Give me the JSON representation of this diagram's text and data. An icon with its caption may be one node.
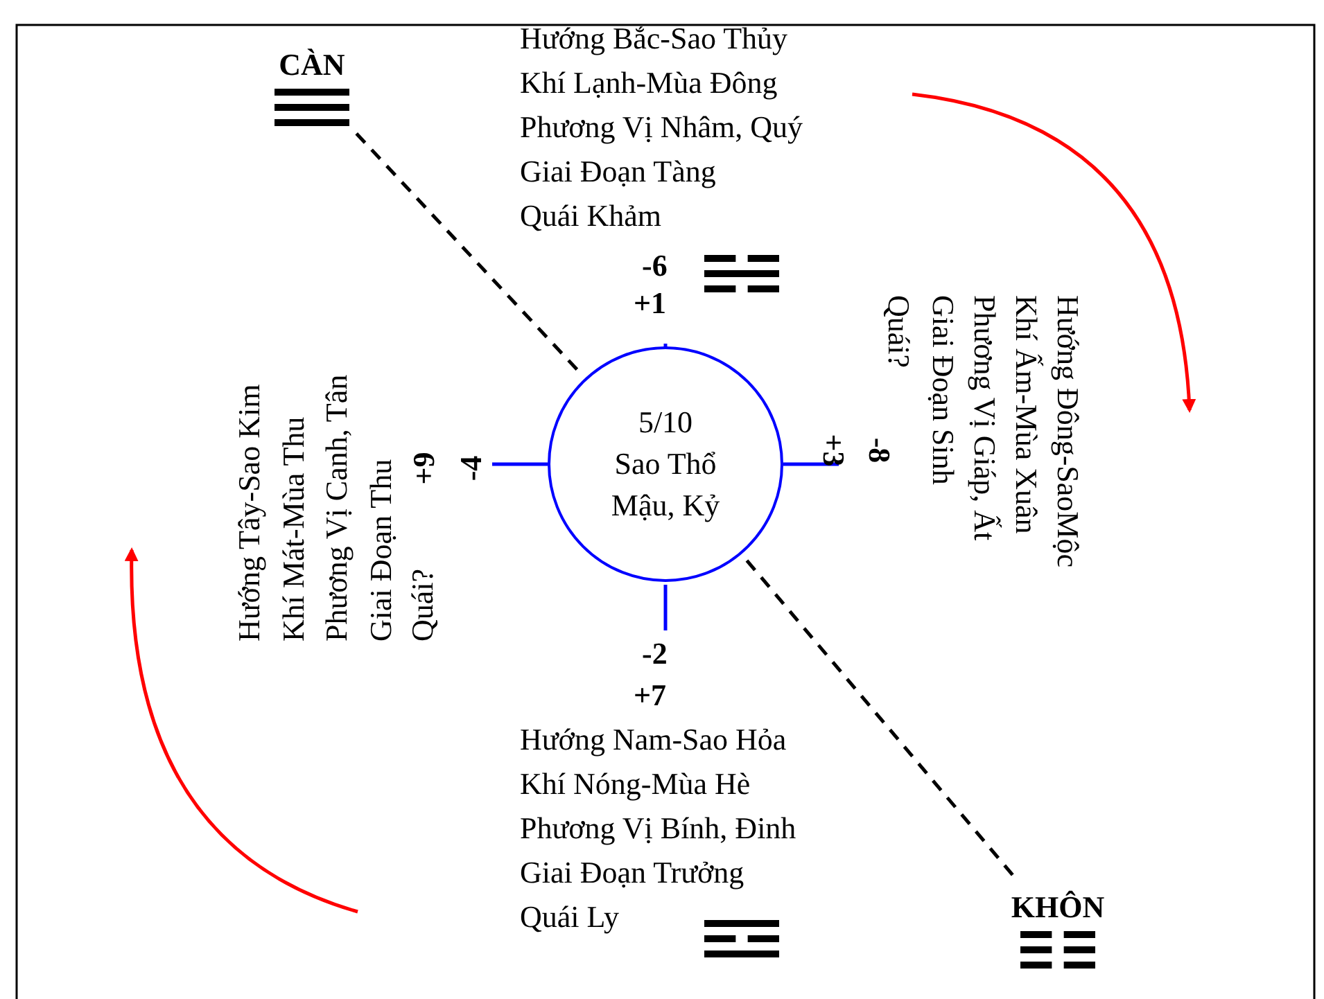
{
  "diagram": {
    "nodes": [
      {
        "text": [
          "5/10",
          "Sao Thổ",
          "Mậu, Kỷ"
        ]
      },
      {
        "text": [
          "CÀN"
        ]
      },
      {
        "text": [
          "KHÔN"
        ]
      }
    ],
    "edges": [
      {
        "from": 1,
        "to": 0,
        "arrow": "none",
        "style": "dashed"
      },
      {
        "from": 0,
        "to": 2,
        "arrow": "none",
        "style": "dashed"
      }
    ],
    "labels": [
      "Hướng Bắc-Sao Thủy",
      "Khí Lạnh-Mùa Đông",
      "Phương Vị Nhâm, Quý",
      "Giai Đoạn Tàng",
      "Quái Khảm",
      "-6",
      "+1",
      "Hướng Tây-Sao Kim",
      "Khí Mát-Mùa Thu",
      "Phương Vị Canh, Tân",
      "Giai Đoạn Thu",
      "Quái?",
      "+9",
      "-4",
      "-8",
      "+3",
      "Hướng Đông-SaoMộc",
      "Khí Ấm-Mùa Xuân",
      "Phương Vị Giáp, Ất",
      "Giai Đoạn Sinh",
      "Quái?",
      "-2",
      "+7",
      "Hướng Nam-Sao Hỏa",
      "Khí Nóng-Mùa Hè",
      "Phương Vị Bính, Đinh",
      "Giai Đoạn Trưởng",
      "Quái Ly"
    ]
  }
}
